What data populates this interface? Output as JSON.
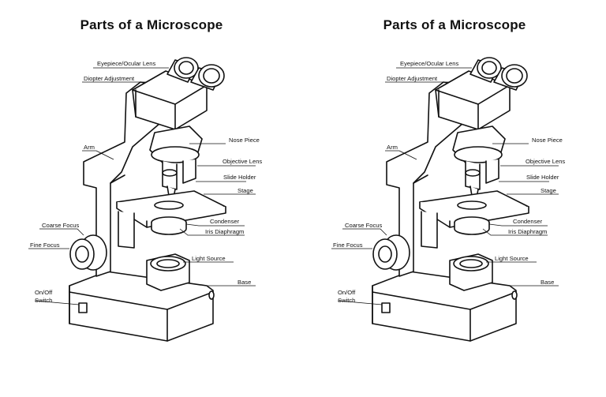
{
  "panels": [
    {
      "title": "Parts of a Microscope",
      "labels": {
        "eyepiece": "Eyepiece/Ocular Lens",
        "diopter": "Diopter Adjustment",
        "arm": "Arm",
        "nose_piece": "Nose Piece",
        "objective_lens": "Objective Lens",
        "slide_holder": "Slide Holder",
        "stage": "Stage",
        "condenser": "Condenser",
        "iris_diaphragm": "Iris Diaphragm",
        "coarse_focus": "Coarse Focus",
        "fine_focus": "Fine Focus",
        "light_source": "Light Source",
        "base": "Base",
        "on_off_line1": "On/Off",
        "on_off_line2": "Switch"
      }
    },
    {
      "title": "Parts of a Microscope",
      "labels": {
        "eyepiece": "Eyepiece/Ocular Lens",
        "diopter": "Diopter Adjustment",
        "arm": "Arm",
        "nose_piece": "Nose Piece",
        "objective_lens": "Objective Lens",
        "slide_holder": "Slide Holder",
        "stage": "Stage",
        "condenser": "Condenser",
        "iris_diaphragm": "Iris Diaphragm",
        "coarse_focus": "Coarse Focus",
        "fine_focus": "Fine Focus",
        "light_source": "Light Source",
        "base": "Base",
        "on_off_line1": "On/Off",
        "on_off_line2": "Switch"
      }
    }
  ]
}
